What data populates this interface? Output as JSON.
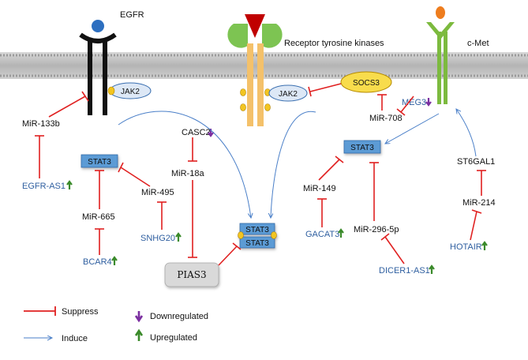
{
  "receptors": {
    "egfr": "EGFR",
    "rtk": "Receptor tyrosine kinases",
    "cmet": "c-Met"
  },
  "proteins": {
    "jak2_left": "JAK2",
    "jak2_mid": "JAK2",
    "socs3": "SOCS3",
    "stat3_left": "STAT3",
    "stat3_right": "STAT3",
    "stat3_dimer_top": "STAT3",
    "stat3_dimer_bottom": "STAT3",
    "pias3": "PIAS3"
  },
  "mirnas": {
    "mir133b": "MiR-133b",
    "casc2": "CASC2",
    "mir18a": "MiR-18a",
    "mir495": "MiR-495",
    "mir665": "MiR-665",
    "meg3": "MEG3",
    "mir708": "MiR-708",
    "mir149": "MiR-149",
    "st6gal1": "ST6GAL1",
    "mir214": "MiR-214",
    "mir2965p": "MiR-296-5p"
  },
  "lncrnas": {
    "egfras1": "EGFR-AS1",
    "snhg20": "SNHG20",
    "bcar4": "BCAR4",
    "gacat3": "GACAT3",
    "hotair": "HOTAIR",
    "dicer1as1": "DICER1-AS1"
  },
  "legend": {
    "suppress": "Suppress",
    "induce": "Induce",
    "downregulated": "Downregulated",
    "upregulated": "Upregulated"
  },
  "colors": {
    "suppress": "#e02020",
    "induce": "#4a7fc8",
    "down_arrow": "#7b2fa0",
    "up_arrow": "#3a8a2a",
    "lnc_text": "#2f5fa0",
    "stat_box": "#5b9bd5",
    "membrane": "#a8a8a8"
  }
}
